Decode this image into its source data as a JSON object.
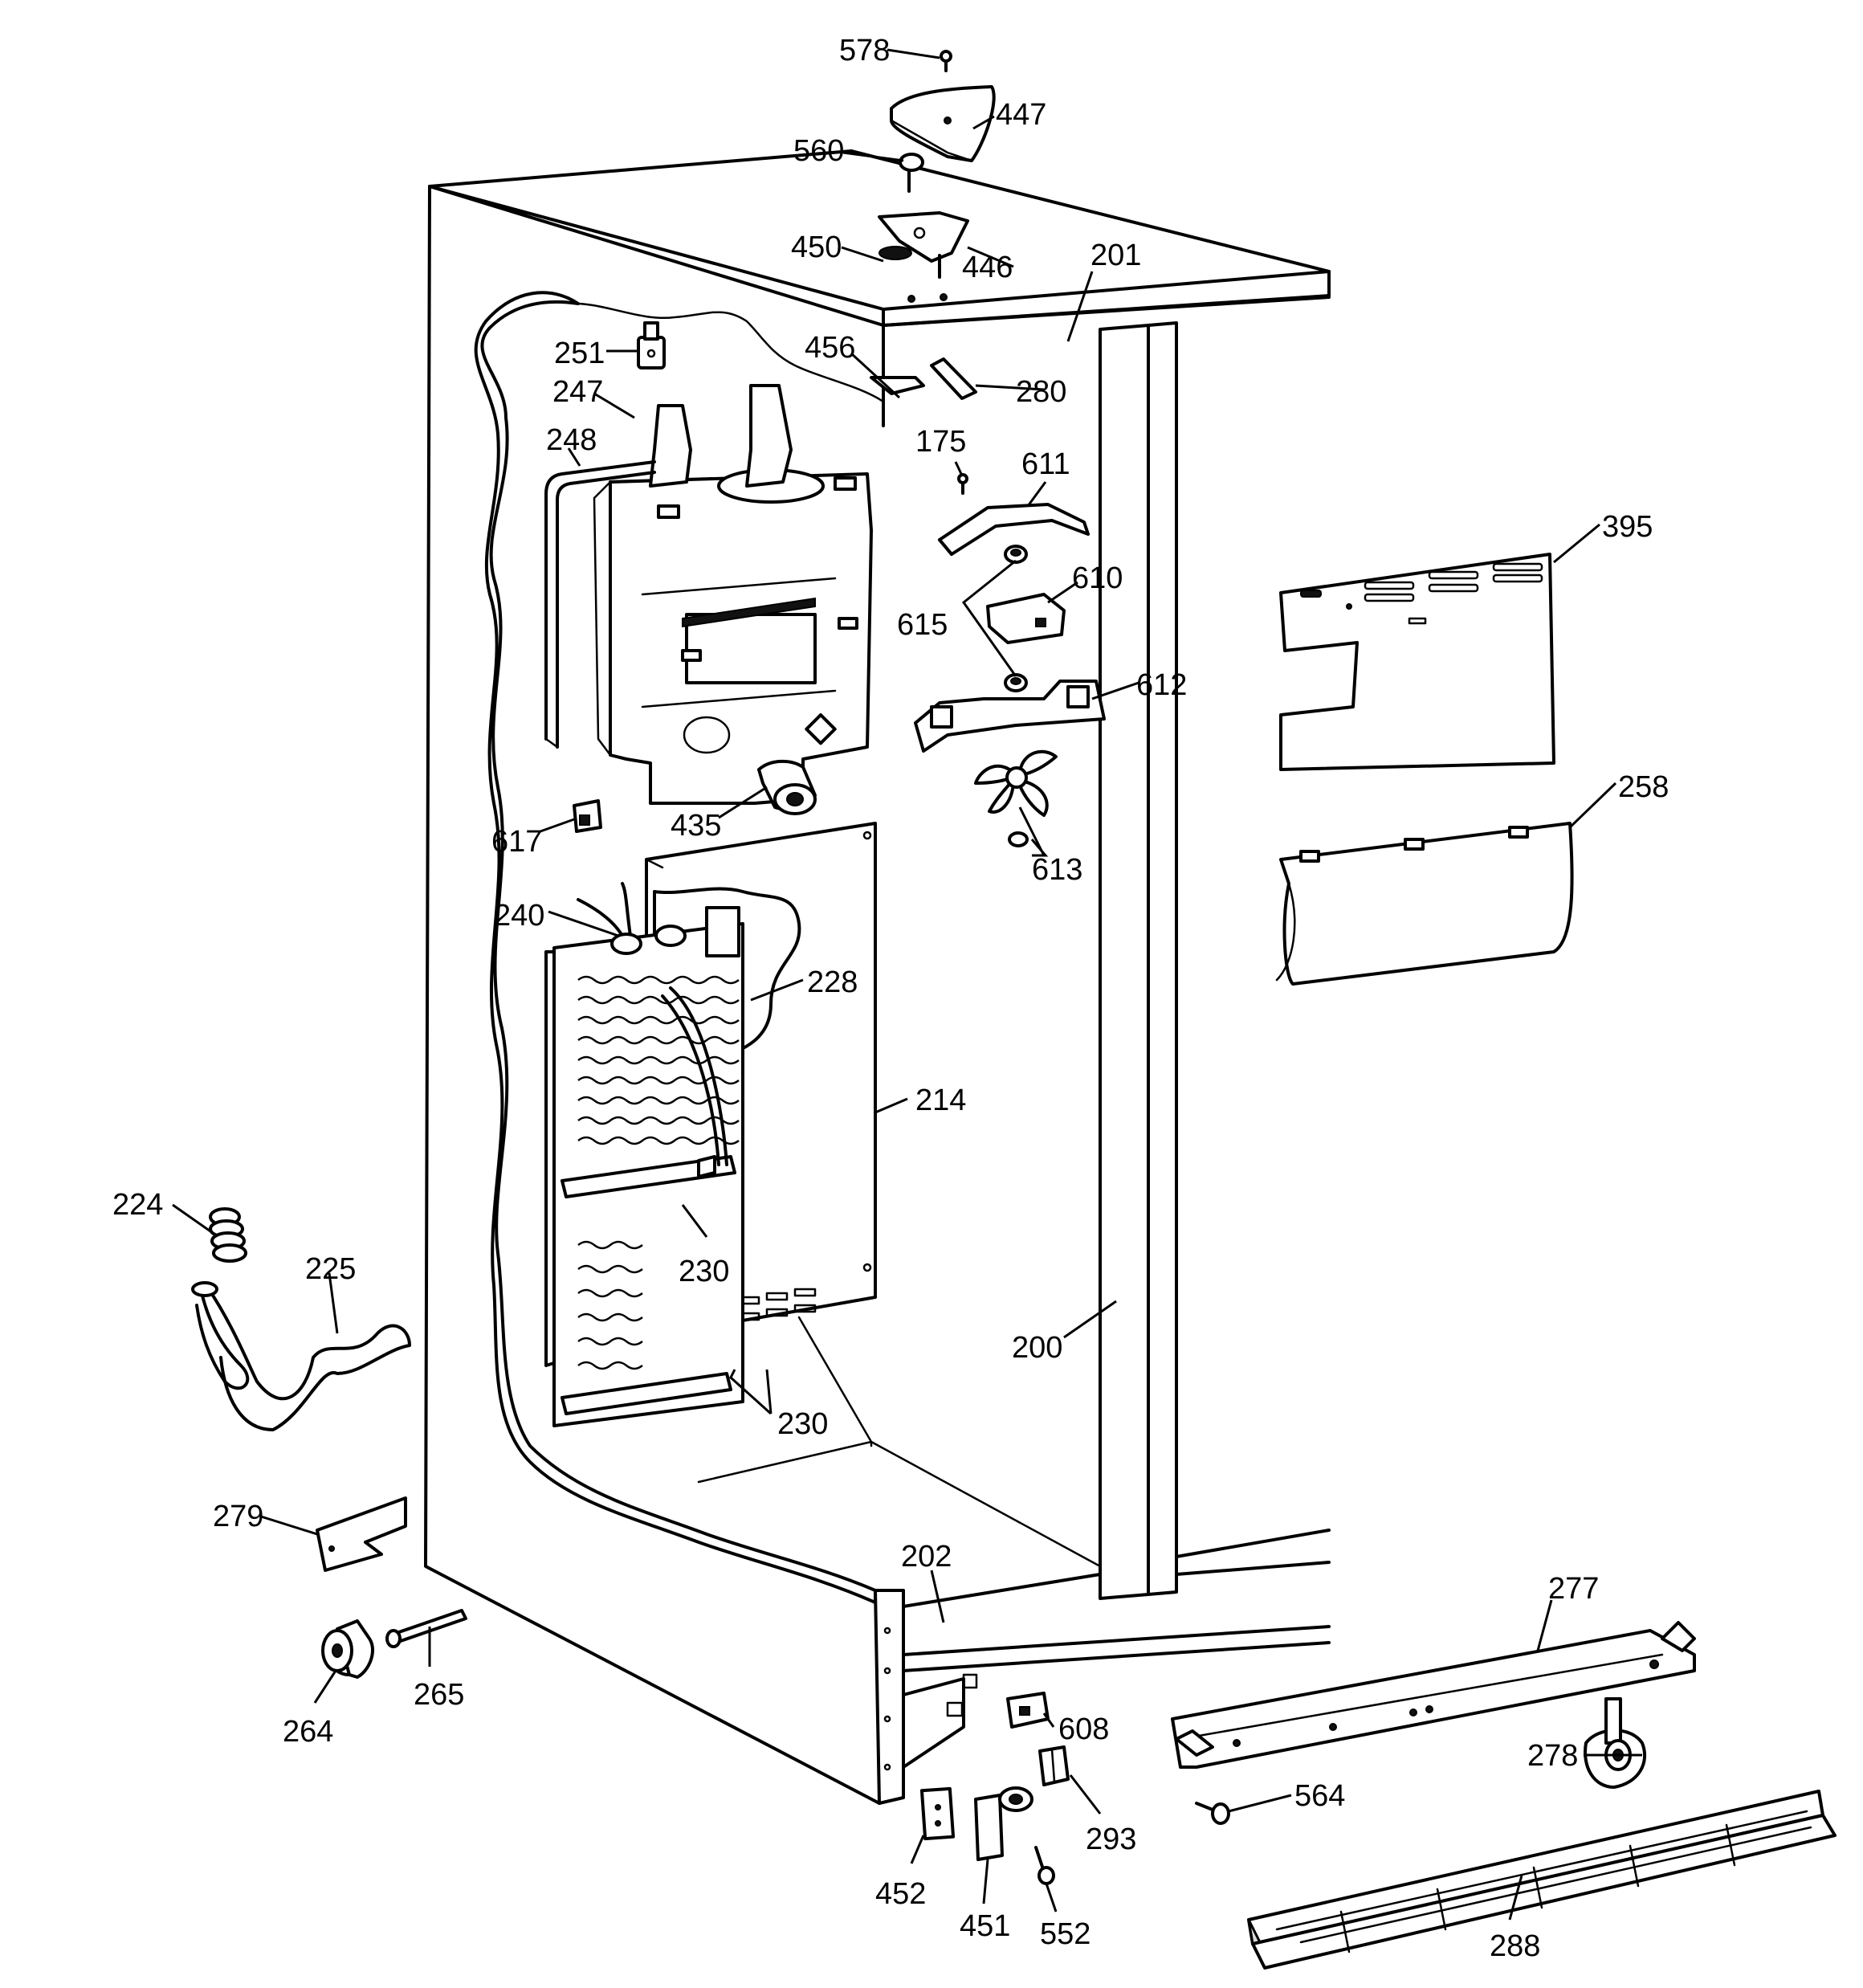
{
  "diagram": {
    "callouts": [
      {
        "id": "c578",
        "text": "578"
      },
      {
        "id": "c447",
        "text": "447"
      },
      {
        "id": "c560",
        "text": "560"
      },
      {
        "id": "c450",
        "text": "450"
      },
      {
        "id": "c446",
        "text": "446"
      },
      {
        "id": "c201",
        "text": "201"
      },
      {
        "id": "c251",
        "text": "251"
      },
      {
        "id": "c456",
        "text": "456"
      },
      {
        "id": "c247",
        "text": "247"
      },
      {
        "id": "c280",
        "text": "280"
      },
      {
        "id": "c248",
        "text": "248"
      },
      {
        "id": "c175",
        "text": "175"
      },
      {
        "id": "c611",
        "text": "611"
      },
      {
        "id": "c395",
        "text": "395"
      },
      {
        "id": "c610",
        "text": "610"
      },
      {
        "id": "c615",
        "text": "615"
      },
      {
        "id": "c612",
        "text": "612"
      },
      {
        "id": "c258",
        "text": "258"
      },
      {
        "id": "c617",
        "text": "617"
      },
      {
        "id": "c435",
        "text": "435"
      },
      {
        "id": "c613",
        "text": "613"
      },
      {
        "id": "c240",
        "text": "240"
      },
      {
        "id": "c228",
        "text": "228"
      },
      {
        "id": "c214",
        "text": "214"
      },
      {
        "id": "c224",
        "text": "224"
      },
      {
        "id": "c225",
        "text": "225"
      },
      {
        "id": "c230a",
        "text": "230"
      },
      {
        "id": "c200",
        "text": "200"
      },
      {
        "id": "c230b",
        "text": "230"
      },
      {
        "id": "c279",
        "text": "279"
      },
      {
        "id": "c202",
        "text": "202"
      },
      {
        "id": "c277",
        "text": "277"
      },
      {
        "id": "c265",
        "text": "265"
      },
      {
        "id": "c264",
        "text": "264"
      },
      {
        "id": "c608",
        "text": "608"
      },
      {
        "id": "c278",
        "text": "278"
      },
      {
        "id": "c564",
        "text": "564"
      },
      {
        "id": "c293",
        "text": "293"
      },
      {
        "id": "c452",
        "text": "452"
      },
      {
        "id": "c451",
        "text": "451"
      },
      {
        "id": "c552",
        "text": "552"
      },
      {
        "id": "c288",
        "text": "288"
      }
    ]
  }
}
